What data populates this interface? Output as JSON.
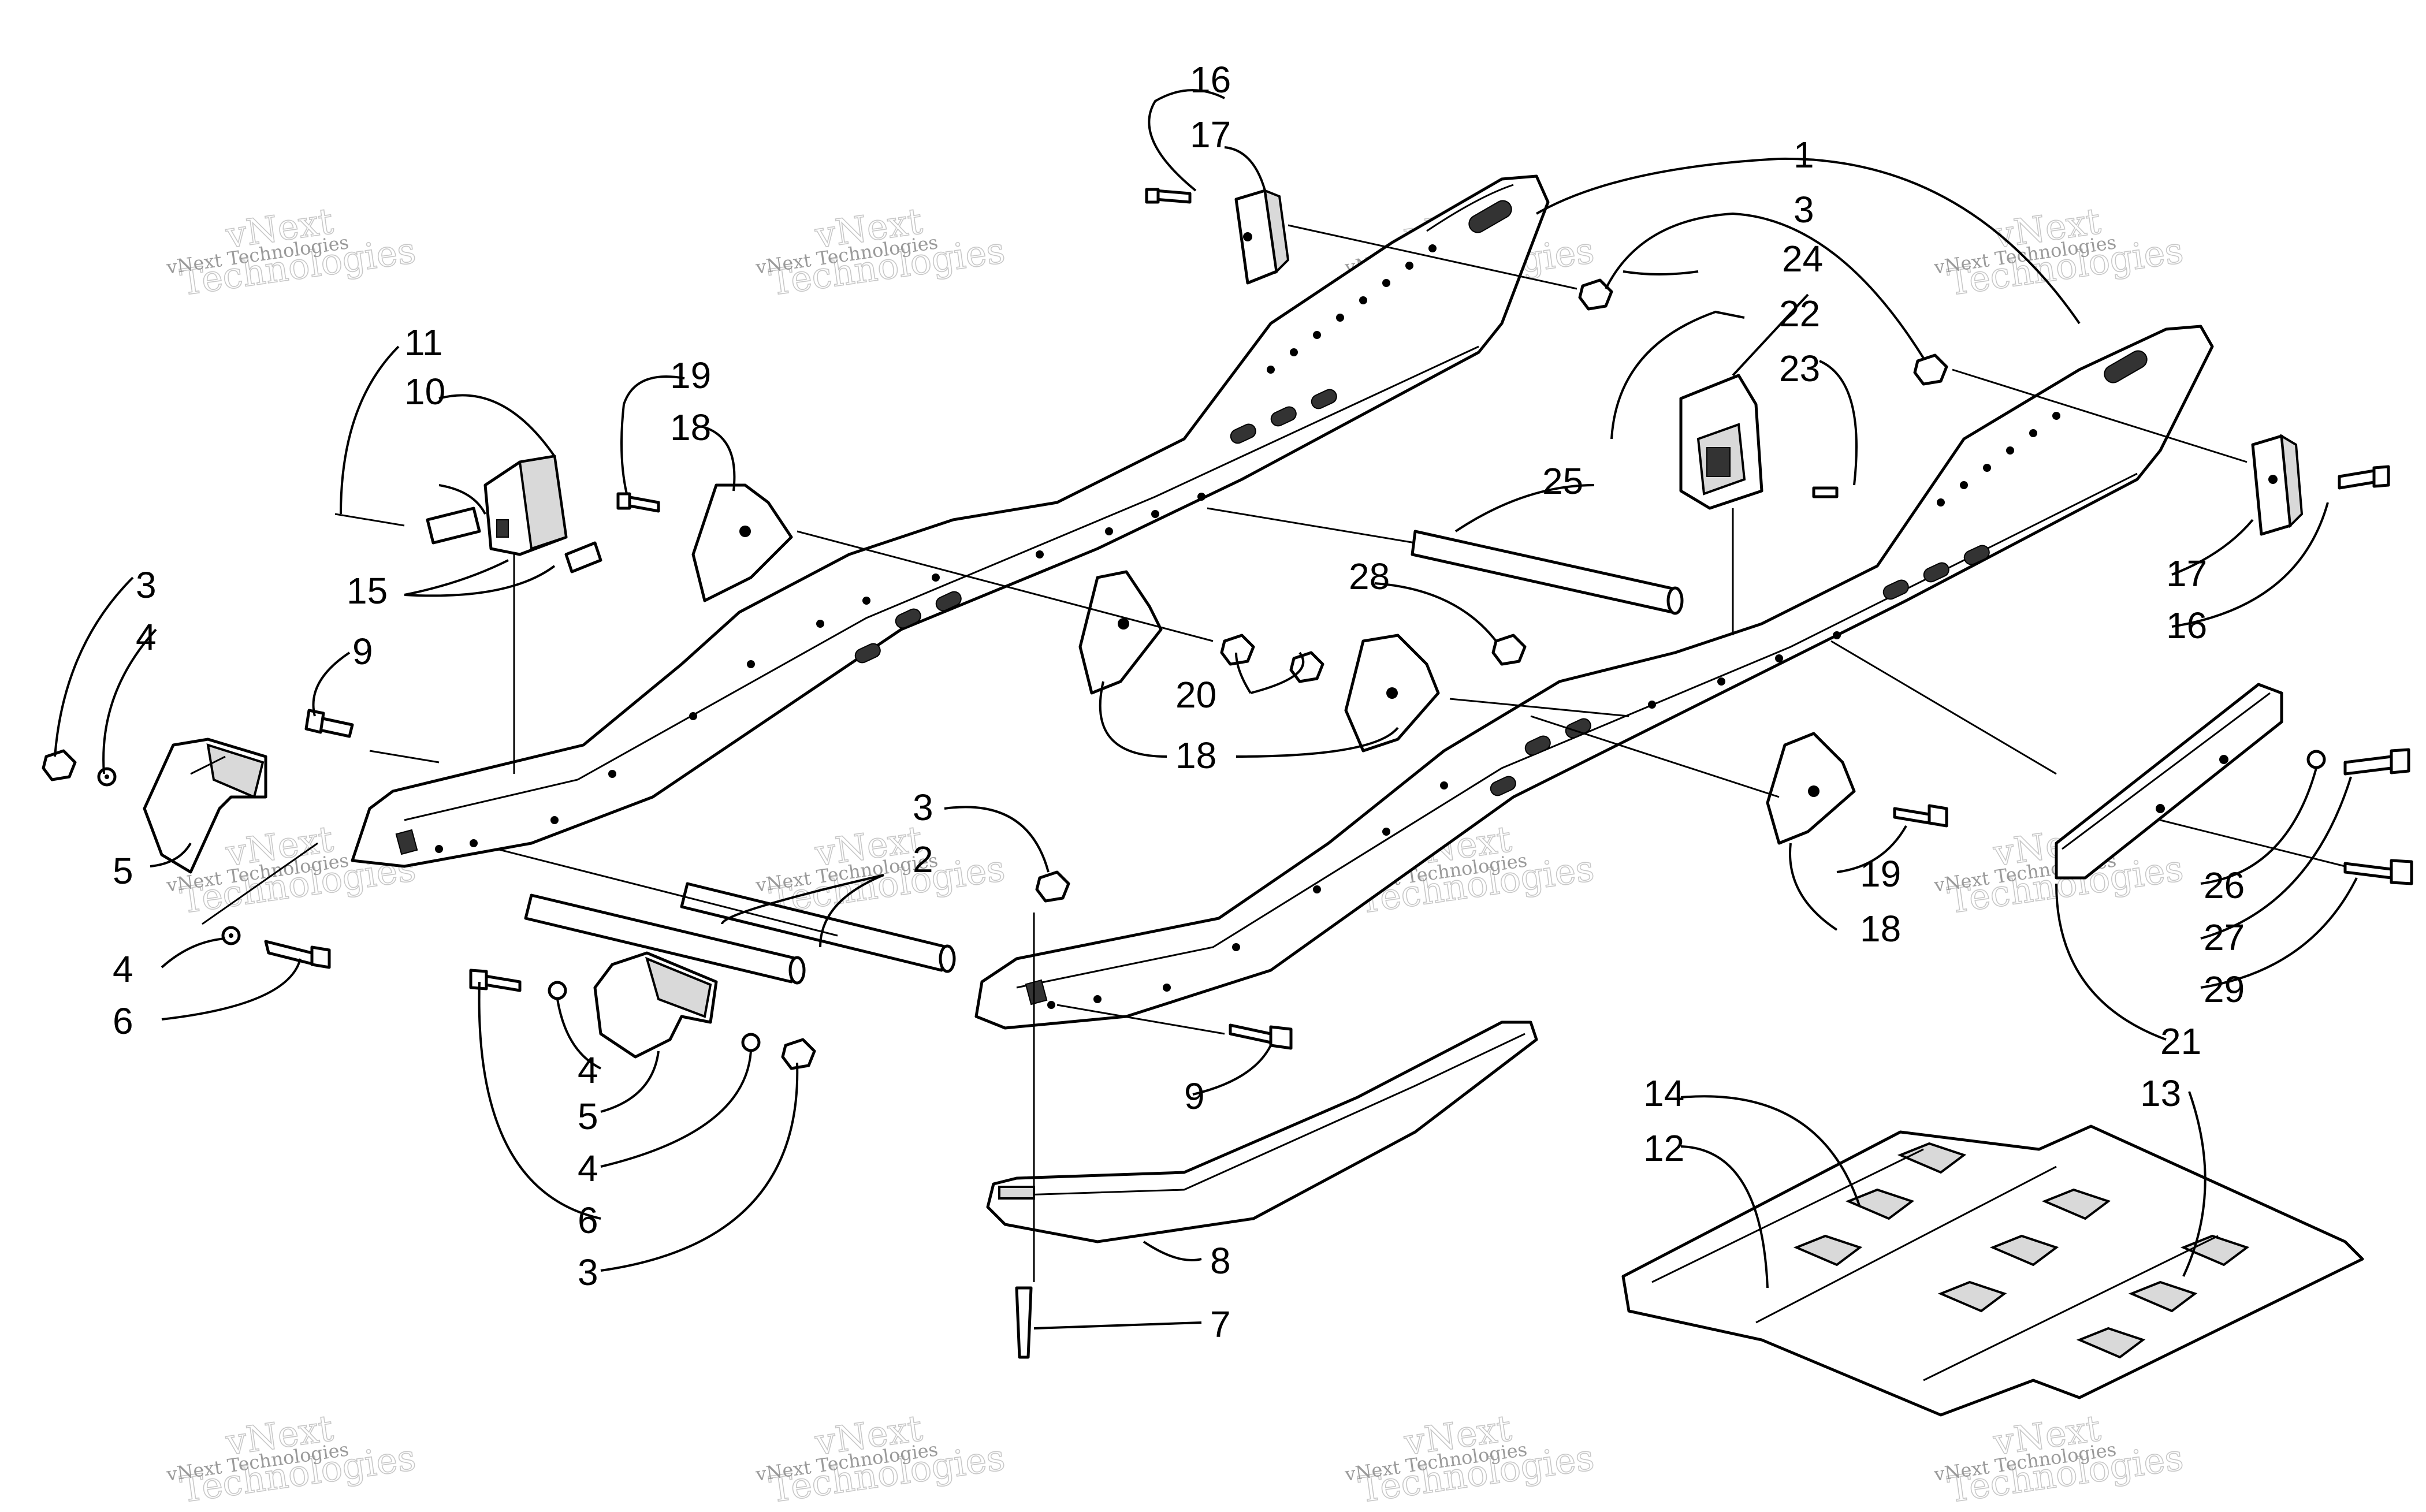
{
  "callouts": [
    {
      "id": "c16a",
      "text": "16"
    },
    {
      "id": "c17a",
      "text": "17"
    },
    {
      "id": "c1",
      "text": "1"
    },
    {
      "id": "c3a",
      "text": "3"
    },
    {
      "id": "c24",
      "text": "24"
    },
    {
      "id": "c22",
      "text": "22"
    },
    {
      "id": "c23",
      "text": "23"
    },
    {
      "id": "c11",
      "text": "11"
    },
    {
      "id": "c10",
      "text": "10"
    },
    {
      "id": "c19a",
      "text": "19"
    },
    {
      "id": "c18a",
      "text": "18"
    },
    {
      "id": "c25",
      "text": "25"
    },
    {
      "id": "c17b",
      "text": "17"
    },
    {
      "id": "c16b",
      "text": "16"
    },
    {
      "id": "c15",
      "text": "15"
    },
    {
      "id": "c28",
      "text": "28"
    },
    {
      "id": "c3b",
      "text": "3"
    },
    {
      "id": "c4a",
      "text": "4"
    },
    {
      "id": "c9a",
      "text": "9"
    },
    {
      "id": "c20",
      "text": "20"
    },
    {
      "id": "c18b",
      "text": "18"
    },
    {
      "id": "c5a",
      "text": "5"
    },
    {
      "id": "c3c",
      "text": "3"
    },
    {
      "id": "c2",
      "text": "2"
    },
    {
      "id": "c19b",
      "text": "19"
    },
    {
      "id": "c18c",
      "text": "18"
    },
    {
      "id": "c26",
      "text": "26"
    },
    {
      "id": "c27",
      "text": "27"
    },
    {
      "id": "c29",
      "text": "29"
    },
    {
      "id": "c21",
      "text": "21"
    },
    {
      "id": "c4b",
      "text": "4"
    },
    {
      "id": "c6a",
      "text": "6"
    },
    {
      "id": "c4c",
      "text": "4"
    },
    {
      "id": "c5b",
      "text": "5"
    },
    {
      "id": "c4d",
      "text": "4"
    },
    {
      "id": "c6b",
      "text": "6"
    },
    {
      "id": "c3d",
      "text": "3"
    },
    {
      "id": "c9b",
      "text": "9"
    },
    {
      "id": "c14",
      "text": "14"
    },
    {
      "id": "c12",
      "text": "12"
    },
    {
      "id": "c13",
      "text": "13"
    },
    {
      "id": "c8",
      "text": "8"
    },
    {
      "id": "c7",
      "text": "7"
    }
  ],
  "watermark": {
    "line1": "vNext Technologies",
    "line2": "vNext",
    "line3": "Technologies"
  }
}
